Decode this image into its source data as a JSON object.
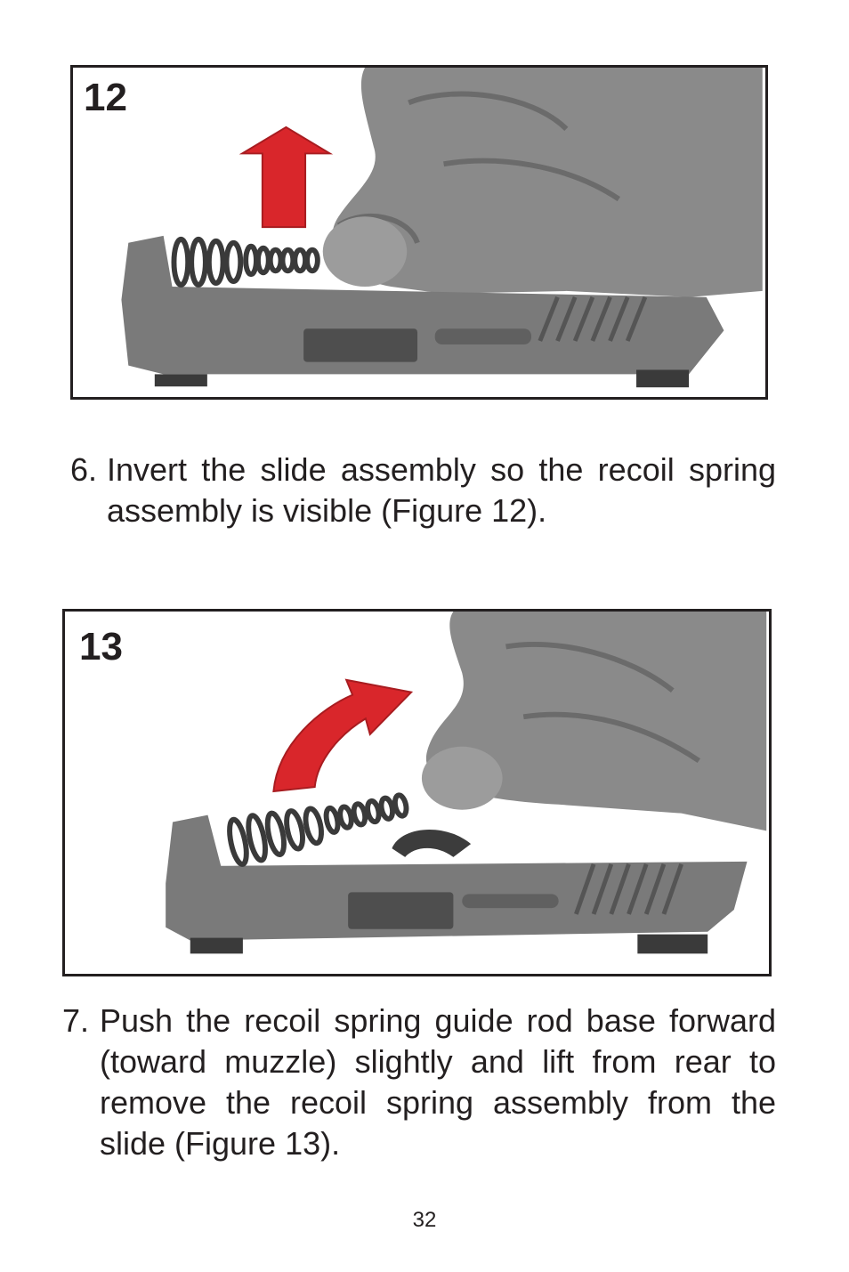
{
  "figures": [
    {
      "number": "12"
    },
    {
      "number": "13"
    }
  ],
  "steps": [
    {
      "number": "6.",
      "text": "Invert the slide assembly so the recoil spring assembly is visible (Figure 12)."
    },
    {
      "number": "7.",
      "text": "Push the recoil spring guide rod base forward (toward muzzle) slightly and lift from rear to remove the recoil spring assembly from the slide (Figure 13)."
    }
  ],
  "page_number": "32",
  "colors": {
    "arrow": "#d9262b",
    "text": "#231f20"
  }
}
